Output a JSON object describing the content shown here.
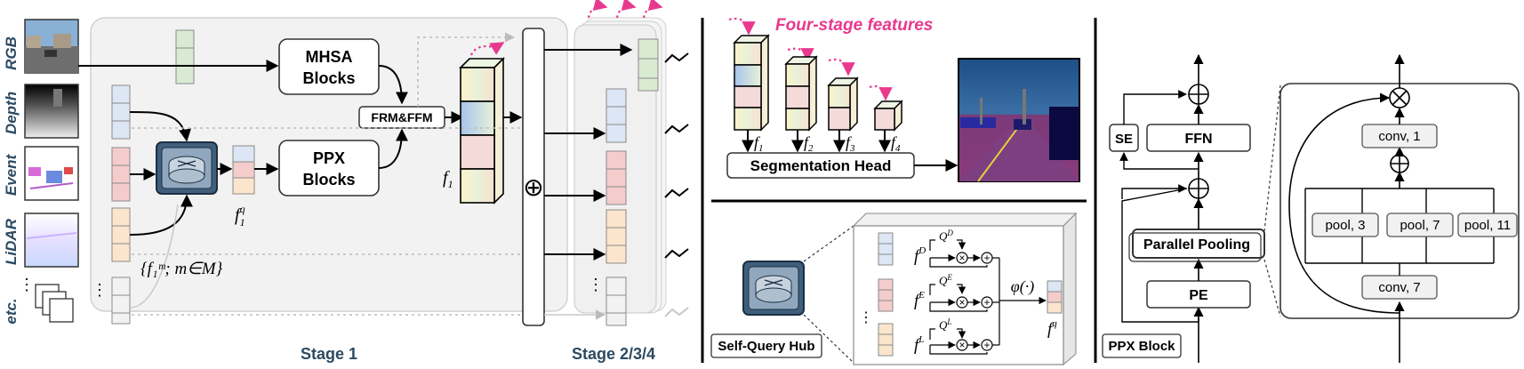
{
  "modalities": {
    "rgb": "RGB",
    "depth": "Depth",
    "event": "Event",
    "lidar": "LiDAR",
    "etc": "etc."
  },
  "encoder": {
    "mhsa": [
      "MHSA",
      "Blocks"
    ],
    "ppx": [
      "PPX",
      "Blocks"
    ],
    "frm_ffm": "FRM&FFM",
    "f1": "f",
    "f1_sub": "1",
    "f1q": "f",
    "f1q_sub": "1",
    "f1q_sup": "q",
    "set_notation": "{f₁ᵐ; m∈M}",
    "dots": "⋮",
    "plus": "⊕",
    "stage1": "Stage 1",
    "stage234": "Stage 2/3/4"
  },
  "decoder": {
    "title": "Four-stage features",
    "labels": [
      "f",
      "f",
      "f",
      "f"
    ],
    "subs": [
      "1",
      "2",
      "3",
      "4"
    ],
    "seg_head": "Segmentation Head"
  },
  "hub": {
    "label": "Self-Query Hub",
    "f": "f",
    "sups": [
      "D",
      "E",
      "L"
    ],
    "queries": [
      "Q",
      "Q",
      "Q"
    ],
    "phi": "φ(·)",
    "out": "f",
    "out_sup": "q",
    "dots": "⋮"
  },
  "ppx_block": {
    "label": "PPX Block",
    "se": "SE",
    "ffn": "FFN",
    "parallel_pooling": "Parallel Pooling",
    "pe": "PE",
    "conv1": "conv, 1",
    "pool3": "pool, 3",
    "pool7": "pool, 7",
    "pool11": "pool, 11",
    "conv7": "conv, 7"
  },
  "colors": {
    "accent_pink": "#e8398e",
    "text_dark": "#2c4a62",
    "rgb_cube": "#d9ead3",
    "depth_cube": "#dce6f4",
    "event_cube": "#f4cccc",
    "lidar_cube": "#fce5cd",
    "etc_cube": "#f2f2f2"
  }
}
